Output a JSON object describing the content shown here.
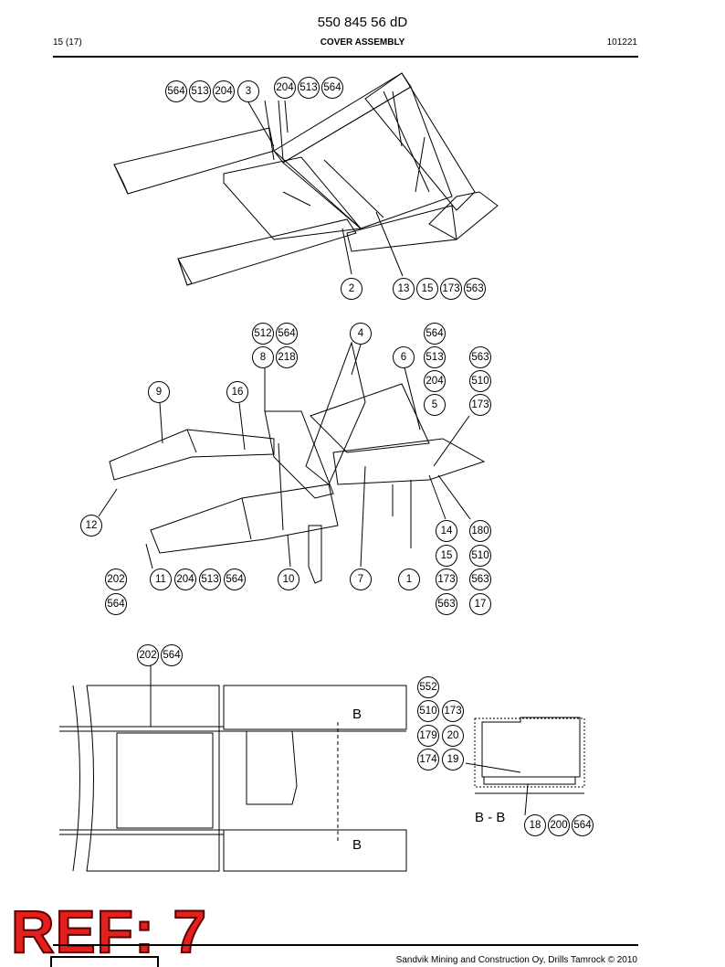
{
  "header": {
    "doc_code": "550 845 56 dD",
    "page": "15 (17)",
    "title": "COVER ASSEMBLY",
    "doc_number": "101221"
  },
  "footer": {
    "copyright": "Sandvik Mining and Construction Oy, Drills Tamrock © 2010"
  },
  "stamp": {
    "text": "REF: 7"
  },
  "section_labels": {
    "b_top": "B",
    "b_bottom": "B",
    "b_b": "B - B"
  },
  "callouts": {
    "v1": [
      "564",
      "513",
      "204",
      "3",
      "204",
      "513",
      "564",
      "2",
      "13",
      "15",
      "173",
      "563"
    ],
    "v2": [
      "512",
      "564",
      "8",
      "218",
      "4",
      "564",
      "6",
      "513",
      "563",
      "204",
      "510",
      "9",
      "16",
      "5",
      "173",
      "12",
      "14",
      "180",
      "15",
      "510",
      "202",
      "11",
      "204",
      "513",
      "564",
      "10",
      "7",
      "1",
      "173",
      "563",
      "564",
      "563",
      "17"
    ],
    "v3": [
      "202",
      "564",
      "552",
      "510",
      "173",
      "179",
      "20",
      "174",
      "19",
      "18",
      "200",
      "564"
    ]
  }
}
